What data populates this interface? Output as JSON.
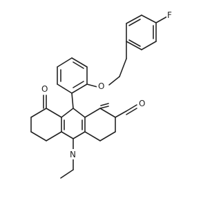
{
  "atoms": {
    "fluorine": "F",
    "ether_oxygen": "O",
    "ketone_oxygen_left": "O",
    "ketone_oxygen_right": "O",
    "nitrogen": "N"
  },
  "colors": {
    "bond": "#222222",
    "background": "#ffffff"
  }
}
